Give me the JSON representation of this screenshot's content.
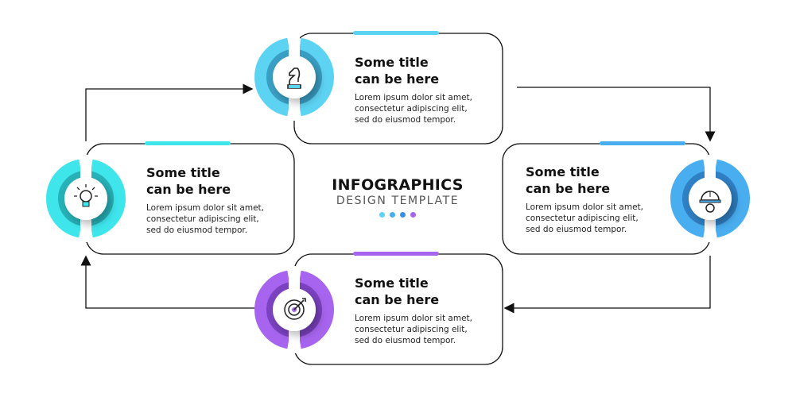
{
  "center": {
    "title": "INFOGRAPHICS",
    "subtitle": "DESIGN TEMPLATE",
    "dot_colors": [
      "#5dd3f3",
      "#49aef0",
      "#3a8fe0",
      "#a764ee"
    ]
  },
  "steps": [
    {
      "id": "top",
      "icon": "chess-knight-icon",
      "title": "Some title\ncan be here",
      "text": "Lorem ipsum dolor sit amet,\nconsectetur adipiscing elit,\nsed do eiusmod tempor.",
      "color": "#5dd3f3",
      "dark": "#3a9fc4"
    },
    {
      "id": "left",
      "icon": "lightbulb-icon",
      "title": "Some title\ncan be here",
      "text": "Lorem ipsum dolor sit amet,\nconsectetur adipiscing elit,\nsed do eiusmod tempor.",
      "color": "#3ee6ec",
      "dark": "#27b2b8"
    },
    {
      "id": "right",
      "icon": "helmet-gear-icon",
      "title": "Some title\ncan be here",
      "text": "Lorem ipsum dolor sit amet,\nconsectetur adipiscing elit,\nsed do eiusmod tempor.",
      "color": "#49aef0",
      "dark": "#2f80c4"
    },
    {
      "id": "bottom",
      "icon": "target-icon",
      "title": "Some title\ncan be here",
      "text": "Lorem ipsum dolor sit amet,\nconsectetur adipiscing elit,\nsed do eiusmod tempor.",
      "color": "#a764ee",
      "dark": "#7b42c0"
    }
  ]
}
